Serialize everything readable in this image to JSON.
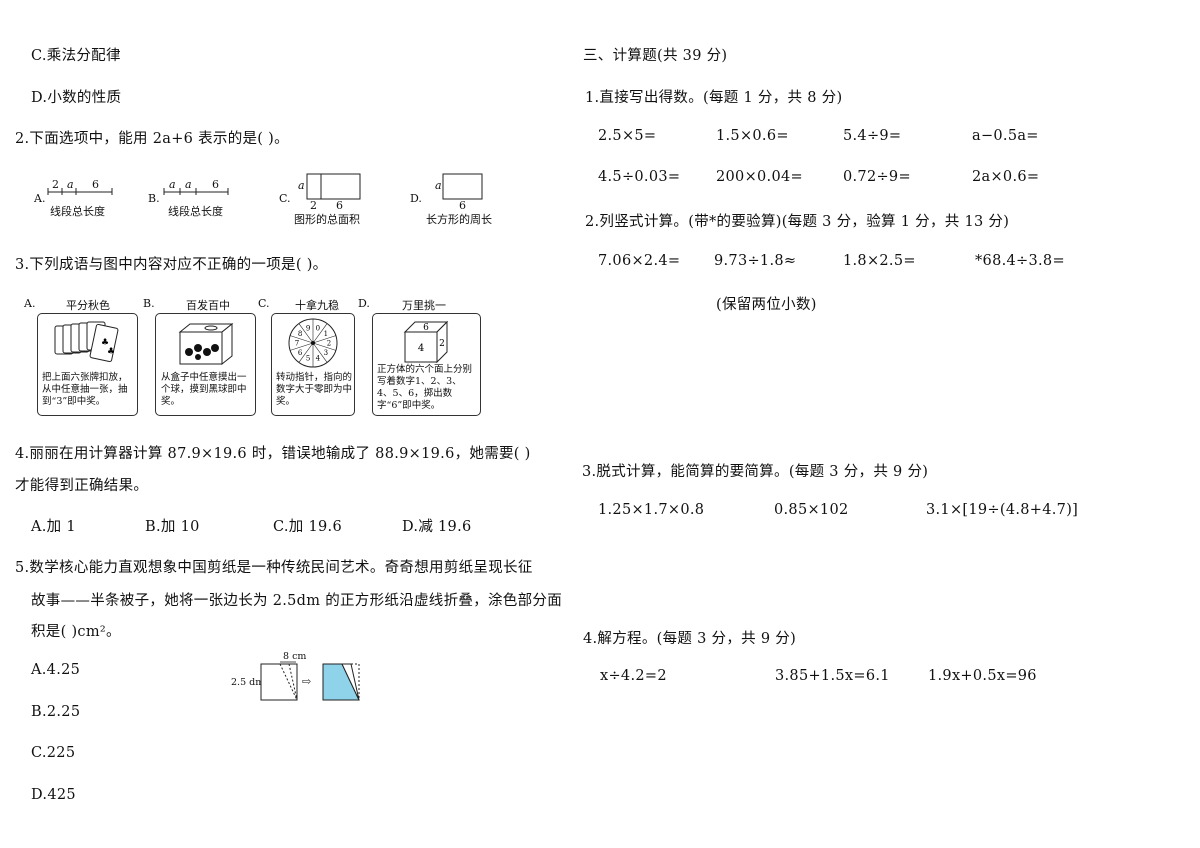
{
  "left": {
    "q1_opts": {
      "c": "C.乘法分配律",
      "d": "D.小数的性质"
    },
    "q2": {
      "stem": "2.下面选项中，能用 2a+6 表示的是(      )。",
      "optA": {
        "letter": "A.",
        "nums": [
          "2",
          "a",
          "6"
        ],
        "caption": "线段总长度"
      },
      "optB": {
        "letter": "B.",
        "nums": [
          "a",
          "a",
          "6"
        ],
        "caption": "线段总长度"
      },
      "optC": {
        "letter": "C.",
        "side": "a",
        "nums": [
          "2",
          "6"
        ],
        "caption": "图形的总面积"
      },
      "optD": {
        "letter": "D.",
        "side": "a",
        "num": "6",
        "caption": "长方形的周长"
      }
    },
    "q3": {
      "stem": "3.下列成语与图中内容对应不正确的一项是(    )。",
      "cards": [
        {
          "letter": "A.",
          "title": "平分秋色",
          "text": "把上面六张牌扣放，从中任意抽一张，抽到“3”即中奖。"
        },
        {
          "letter": "B.",
          "title": "百发百中",
          "text": "从盒子中任意摸出一个球，摸到黑球即中奖。"
        },
        {
          "letter": "C.",
          "title": "十拿九稳",
          "text": "转动指针，指向的数字大于零即为中奖。",
          "spinner": [
            "0",
            "1",
            "2",
            "3",
            "4",
            "5",
            "6",
            "7",
            "8",
            "9"
          ]
        },
        {
          "letter": "D.",
          "title": "万里挑一",
          "text": "正方体的六个面上分别写着数字1、2、3、4、5、6，掷出数字“6”即中奖。",
          "cube": [
            "6",
            "4",
            "2"
          ]
        }
      ]
    },
    "q4": {
      "line1": "4.丽丽在用计算器计算 87.9×19.6 时，错误地输成了 88.9×19.6，她需要(        )",
      "line2": "才能得到正确结果。",
      "opts": [
        "A.加 1",
        "B.加 10",
        "C.加 19.6",
        "D.减 19.6"
      ]
    },
    "q5": {
      "line1": "5.数学核心能力直观想象中国剪纸是一种传统民间艺术。奇奇想用剪纸呈现长征",
      "line2": "故事——半条被子，她将一张边长为 2.5dm 的正方形纸沿虚线折叠，涂色部分面",
      "line3": "积是(        )cm²。",
      "fig": {
        "side": "2.5 dm",
        "top": "8 cm",
        "arrow": "⇨"
      },
      "opts": [
        "A.4.25",
        "B.2.25",
        "C.225",
        "D.425"
      ]
    }
  },
  "right": {
    "section": "三、计算题(共 39 分)",
    "p1": {
      "title": "1.直接写出得数。(每题 1 分，共 8 分)",
      "row1": [
        "2.5×5=",
        "1.5×0.6=",
        "5.4÷9=",
        "a−0.5a="
      ],
      "row2": [
        "4.5÷0.03=",
        "200×0.04=",
        "0.72÷9=",
        "2a×0.6="
      ]
    },
    "p2": {
      "title": "2.列竖式计算。(带*的要验算)(每题 3 分，验算 1 分，共 13 分)",
      "row": [
        "7.06×2.4=",
        "9.73÷1.8≈",
        "1.8×2.5=",
        "*68.4÷3.8="
      ],
      "note": "(保留两位小数)"
    },
    "p3": {
      "title": "3.脱式计算，能简算的要简算。(每题 3 分，共 9 分)",
      "row": [
        "1.25×1.7×0.8",
        "0.85×102",
        "3.1×[19÷(4.8+4.7)]"
      ]
    },
    "p4": {
      "title": "4.解方程。(每题 3 分，共 9 分)",
      "row": [
        "x÷4.2=2",
        "3.85+1.5x=6.1",
        "1.9x+0.5x=96"
      ]
    }
  },
  "colors": {
    "card_border": "#333333",
    "shade": "#8fd3ea",
    "text": "#111111"
  }
}
